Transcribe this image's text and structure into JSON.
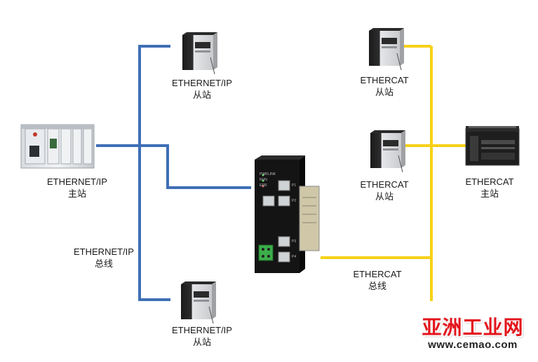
{
  "colors": {
    "ethernet_ip_bus": "#3f6fb5",
    "ethercat_bus": "#f7d117",
    "watermark_red": "#e3141b"
  },
  "labels": {
    "eip_master": [
      "ETHERNET/IP",
      "主站"
    ],
    "eip_bus": [
      "ETHERNET/IP",
      "总线"
    ],
    "eip_slave_top": [
      "ETHERNET/IP",
      "从站"
    ],
    "eip_slave_bottom": [
      "ETHERNET/IP",
      "从站"
    ],
    "ecat_slave_top": [
      "ETHERCAT",
      "从站"
    ],
    "ecat_slave_mid": [
      "ETHERCAT",
      "从站"
    ],
    "ecat_master": [
      "ETHERCAT",
      "主站"
    ],
    "ecat_bus": [
      "ETHERCAT",
      "总线"
    ]
  },
  "gateway": {
    "port_labels": [
      "PWR",
      "RUN",
      "ERR",
      "LINK",
      "P1",
      "P2",
      "P3",
      "P4"
    ]
  },
  "watermark": {
    "brand": "亚洲工业网",
    "url": "www.cemao.com"
  }
}
